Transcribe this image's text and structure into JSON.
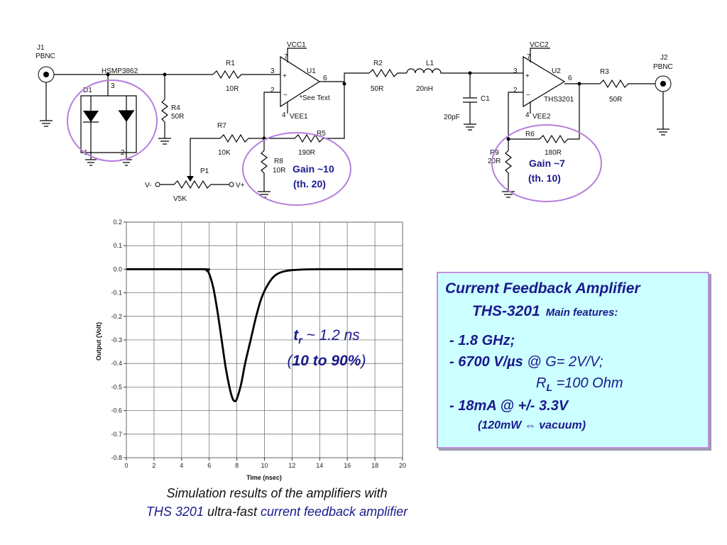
{
  "schematic": {
    "labels": {
      "j1": "J1",
      "j1_type": "PBNC",
      "d_part": "HSMP3862",
      "d1": "D1",
      "pin3": "3",
      "pin1": "1",
      "pin2": "2",
      "r4": "R4",
      "r4_val": "50R",
      "r1": "R1",
      "r1_val": "10R",
      "vcc1": "VCC1",
      "u1": "U1",
      "u1_note": "*See Text",
      "vee1": "VEE1",
      "u1_pin3": "3",
      "u1_pin2": "2",
      "u1_pin6": "6",
      "u1_pin7": "7",
      "u1_pin4": "4",
      "r7": "R7",
      "r7_val": "10K",
      "r5": "R5",
      "r5_val": "190R",
      "r8": "R8",
      "r8_val": "10R",
      "p1": "P1",
      "vminus": "V-",
      "vplus": "V+",
      "v5k": "V5K",
      "r2": "R2",
      "r2_val": "50R",
      "l1": "L1",
      "l1_val": "20nH",
      "c1": "C1",
      "c1_val": "20pF",
      "vcc2": "VCC2",
      "u2": "U2",
      "u2_part": "THS3201",
      "vee2": "VEE2",
      "u2_pin3": "3",
      "u2_pin2": "2",
      "u2_pin6": "6",
      "u2_pin7": "7",
      "u2_pin4": "4",
      "r6": "R6",
      "r6_val": "180R",
      "r9": "R9",
      "r9_val": "20R",
      "r3": "R3",
      "r3_val": "50R",
      "j2": "J2",
      "j2_type": "PBNC"
    },
    "gain1": [
      "Gain ~10",
      "(th. 20)"
    ],
    "gain2": [
      "Gain ~7",
      "(th. 10)"
    ],
    "circle_color": "#b57edc"
  },
  "chart_data": {
    "type": "line",
    "xlabel": "Time (nsec)",
    "ylabel": "Output (Volt)",
    "xlim": [
      0,
      20
    ],
    "ylim": [
      -0.8,
      0.2
    ],
    "xticks": [
      "0",
      "2",
      "4",
      "6",
      "8",
      "10",
      "12",
      "14",
      "16",
      "18",
      "20"
    ],
    "yticks": [
      "0.2",
      "0.1",
      "0.0",
      "-0.1",
      "-0.2",
      "-0.3",
      "-0.4",
      "-0.5",
      "-0.6",
      "-0.7",
      "-0.8"
    ],
    "grid": true,
    "series": [
      {
        "x": [
          0,
          5.5,
          5.8,
          6.0,
          6.3,
          6.6,
          6.9,
          7.2,
          7.5,
          7.7,
          7.85,
          8.0,
          8.3,
          8.6,
          9.0,
          9.4,
          9.8,
          10.3,
          10.8,
          11.5,
          12.5,
          14,
          20
        ],
        "y": [
          0.0,
          0.0,
          -0.005,
          -0.02,
          -0.08,
          -0.18,
          -0.3,
          -0.42,
          -0.51,
          -0.55,
          -0.56,
          -0.55,
          -0.49,
          -0.4,
          -0.3,
          -0.2,
          -0.12,
          -0.06,
          -0.025,
          -0.008,
          -0.002,
          0.0,
          0.0
        ],
        "color": "#000000"
      }
    ]
  },
  "annotation": {
    "tr_t": "t",
    "tr_r": "r",
    "tr_rest": " ~ 1.2 ns",
    "range_open": "(",
    "range_bold": "10 to 90%",
    "range_close": ")"
  },
  "caption": {
    "line1": "Simulation results of the amplifiers with",
    "line2_a": "THS 3201",
    "line2_b": " ultra-fast ",
    "line2_c": "current feedback amplifier"
  },
  "features": {
    "title": "Current  Feedback  Amplifier",
    "model": "THS-3201",
    "model_sub": "Main features:",
    "f1": "- 1.8 GHz;",
    "f2_bold": "- 6700 V/µs",
    "f2_norm": " @ G= 2V/V;",
    "f3_r": "R",
    "f3_sub": "L",
    "f3_norm": " =100 Ohm",
    "f4": "- 18mA @ +/- 3.3V",
    "f5": "(120mW ⇔ vacuum)"
  }
}
